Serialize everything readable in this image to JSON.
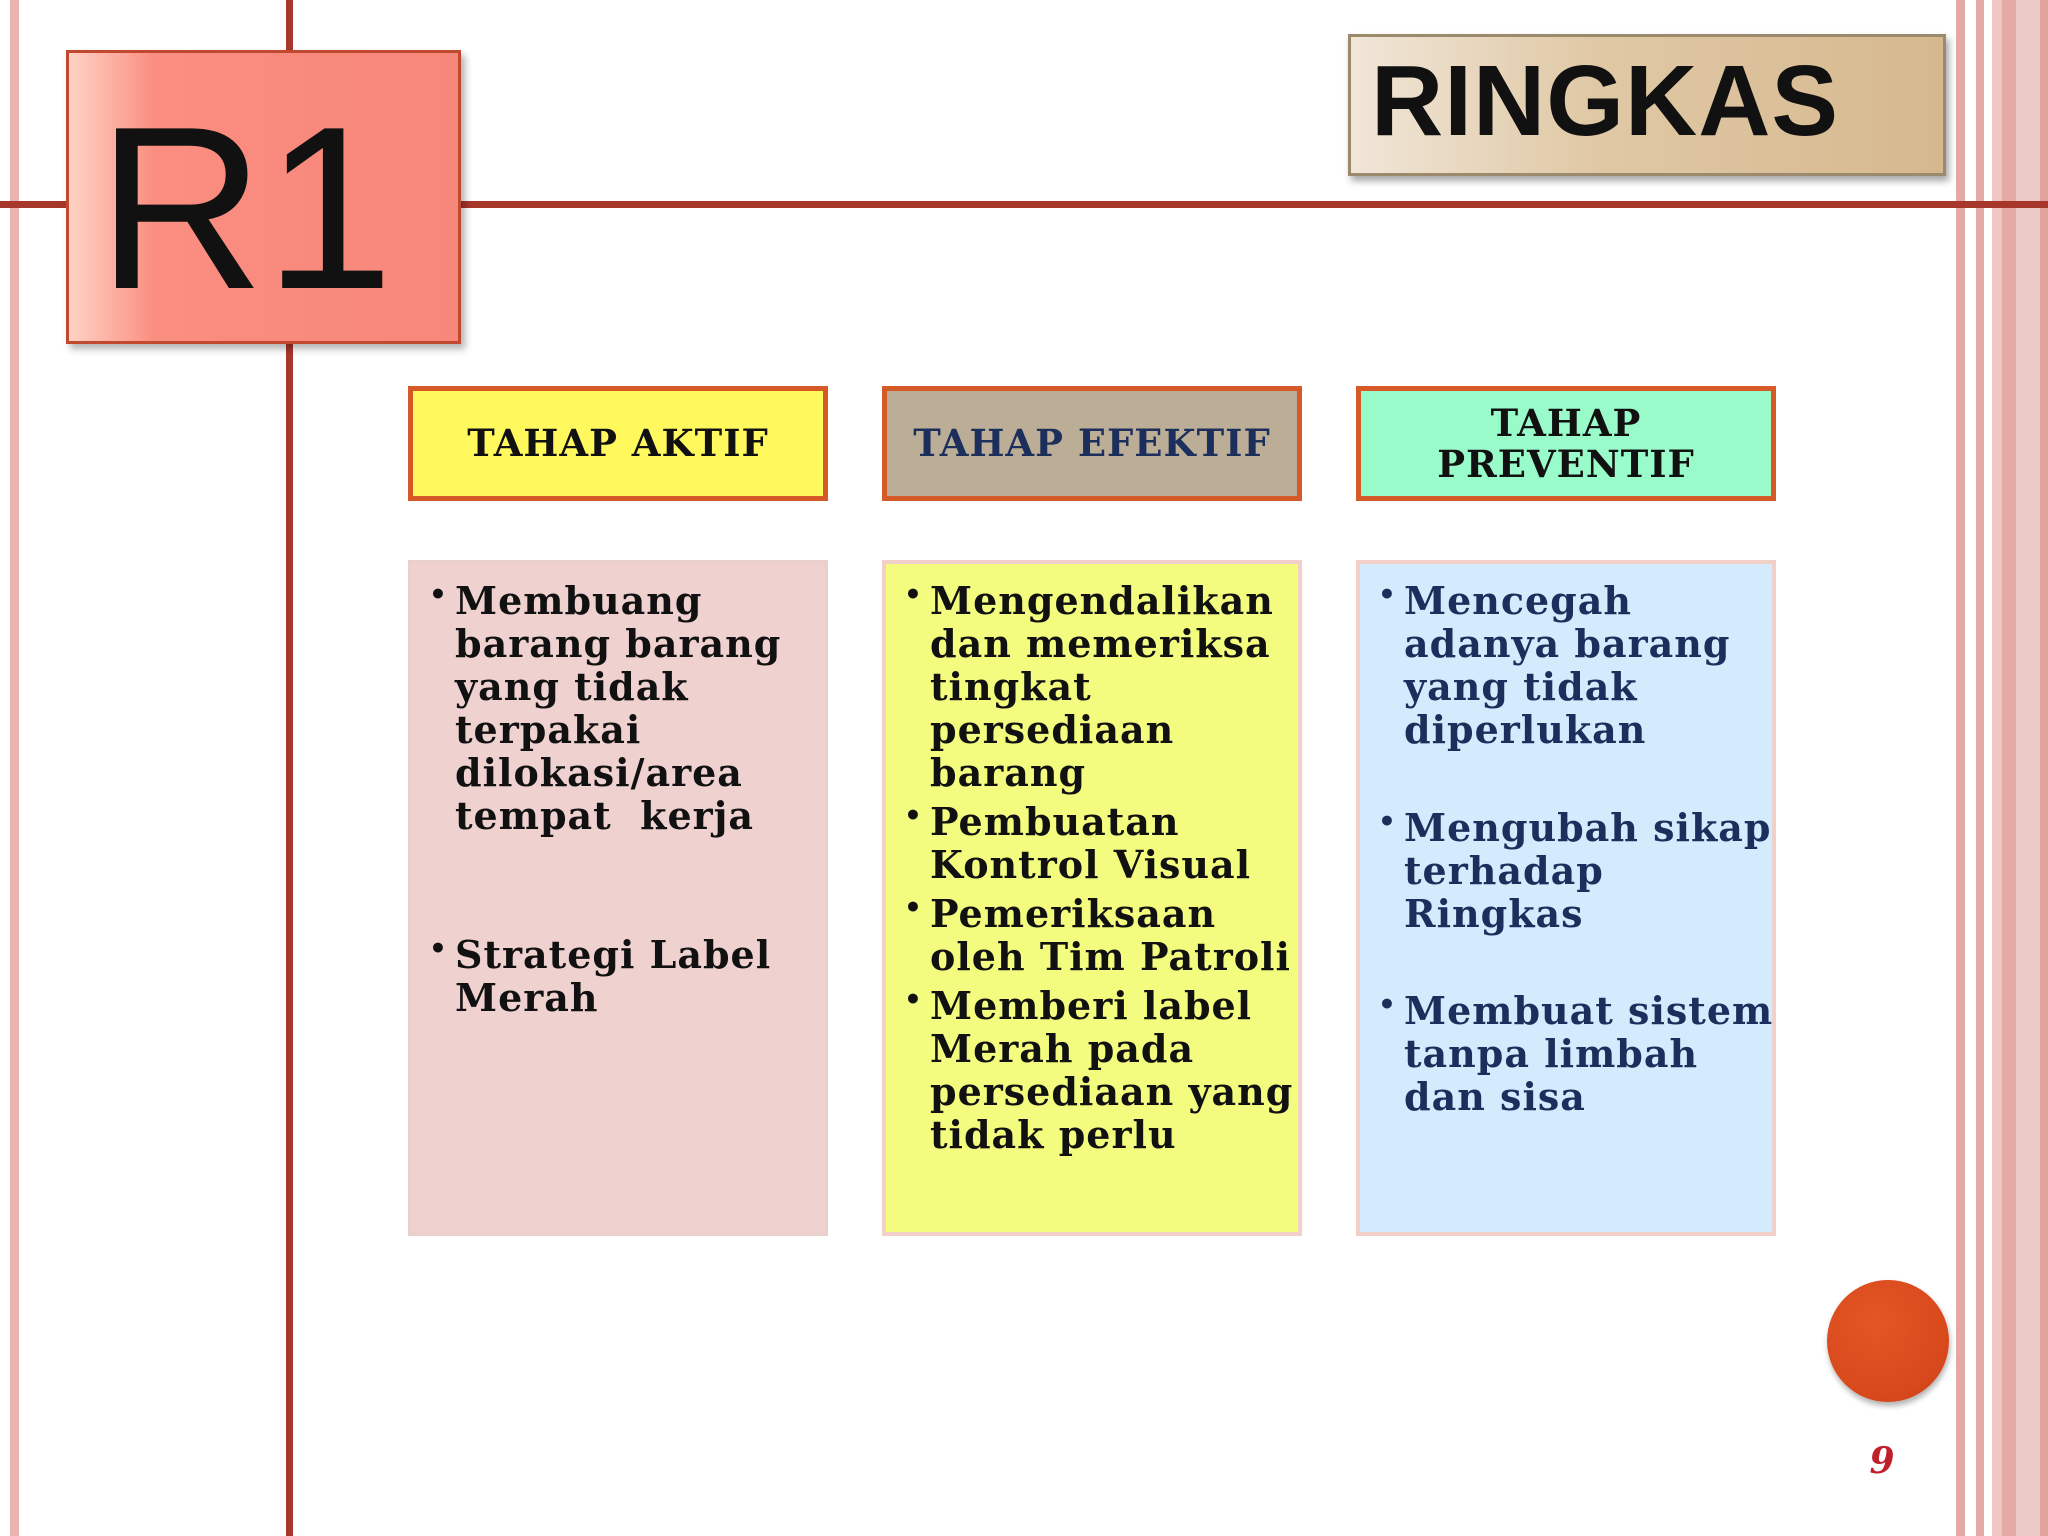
{
  "badge": {
    "label": "R1"
  },
  "title": "RINGKAS",
  "columns": [
    {
      "header": [
        "TAHAP AKTIF"
      ],
      "items": [
        [
          "Membuang",
          "barang barang",
          "yang tidak",
          "terpakai",
          "dilokasi/area",
          "tempat  kerja"
        ],
        [
          "Strategi Label",
          "Merah"
        ]
      ]
    },
    {
      "header": [
        "TAHAP EFEKTIF"
      ],
      "items": [
        [
          "Mengendalikan",
          "dan memeriksa",
          "tingkat",
          "persediaan",
          "barang"
        ],
        [
          "Pembuatan",
          "Kontrol Visual"
        ],
        [
          "Pemeriksaan",
          "oleh Tim Patroli"
        ],
        [
          "Memberi label",
          "Merah pada",
          "persediaan yang",
          "tidak perlu"
        ]
      ]
    },
    {
      "header": [
        "TAHAP",
        "PREVENTIF"
      ],
      "items": [
        [
          "Mencegah",
          "adanya barang",
          "yang tidak",
          "diperlukan"
        ],
        [
          "Mengubah sikap",
          "terhadap",
          "Ringkas"
        ],
        [
          "Membuat sistem",
          "tanpa limbah",
          "dan sisa"
        ]
      ]
    }
  ],
  "bullet_char": "•",
  "page_number": "9",
  "colors": {
    "frame_line": "#a8372b",
    "badge_fill": "#f7877a",
    "header_aktif": "#fff95e",
    "header_efektif": "#bcae96",
    "header_preventif": "#98fbc9",
    "header_border": "#d55a27",
    "box_aktif": "#efd2d0",
    "box_efektif": "#f3fc7e",
    "box_preventif": "#d3ebfd",
    "navy_text": "#1c2f5c",
    "circle": "#d7481b",
    "page_number": "#c0202a"
  }
}
